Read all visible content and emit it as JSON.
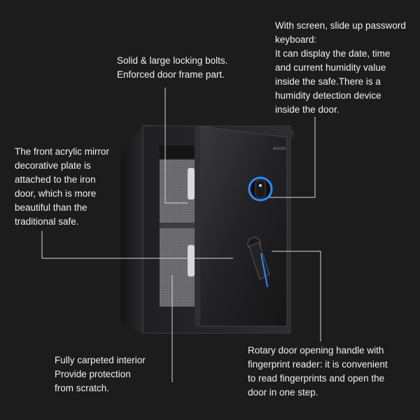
{
  "annotations": {
    "bolts": "Solid & large locking bolts.\nEnforced door frame part.",
    "screen": "With screen, slide up password\nkeyboard:\nIt can display the date, time\nand current humidity value\ninside the safe.There is a\n humidity detection device\ninside the door.",
    "mirror": "The front acrylic mirror\ndecorative plate is\nattached to the iron\ndoor, which is more\nbeautiful than the\ntraditional safe.",
    "carpet": "Fully carpeted interior\nProvide protection\nfrom scratch.",
    "handle": "Rotary door opening handle with\nfingerprint reader: it is convenient\n to read fingerprints and open the\ndoor in one step."
  },
  "brand_text": "AGFON",
  "colors": {
    "background": "#1c1c1c",
    "safe_body": "#2b2b2d",
    "interior_carpet": "#6e6e70",
    "accent_glow": "#2d8cff",
    "leader_line": "#d9d9d9"
  }
}
